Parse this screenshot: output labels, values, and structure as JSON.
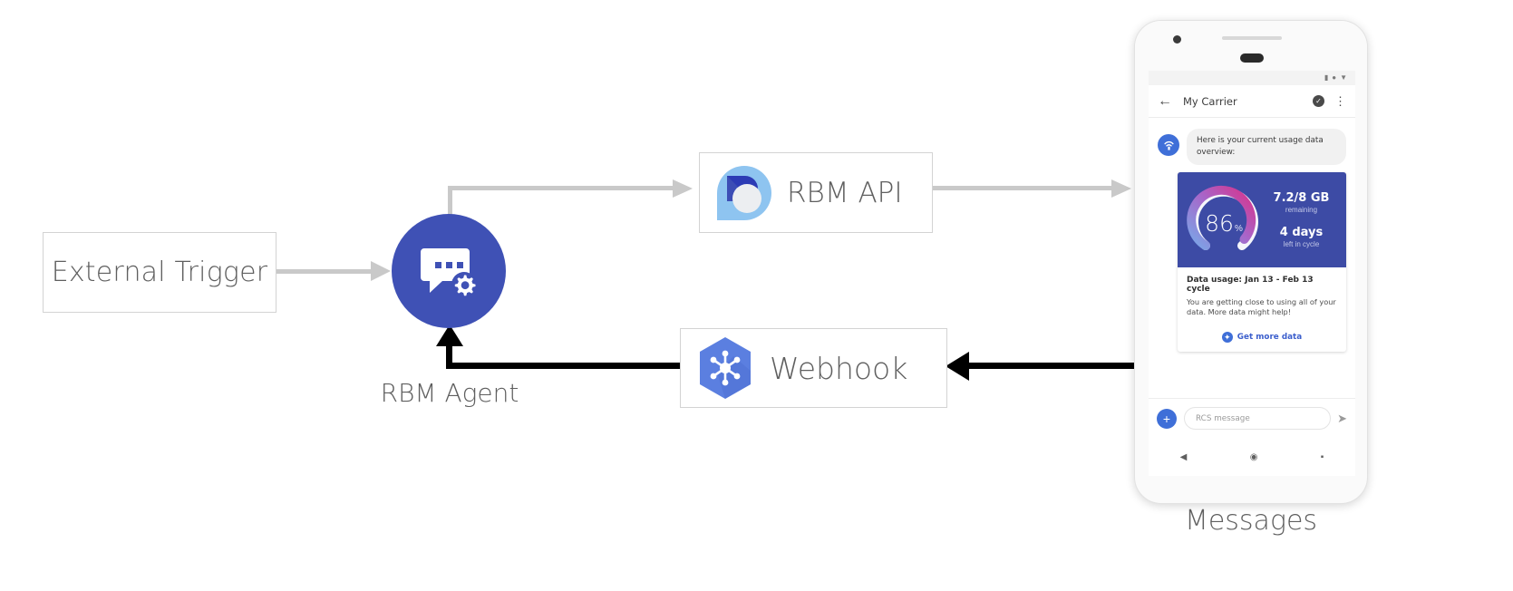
{
  "diagram": {
    "nodes": {
      "external_trigger": {
        "label": "External Trigger",
        "icon": "box-node"
      },
      "rbm_agent": {
        "label": "RBM Agent",
        "icon": "chat-gear-icon",
        "color": "#3f51b5"
      },
      "rbm_api": {
        "label": "RBM API",
        "icon": "rbm-api-logo-icon"
      },
      "webhook": {
        "label": "Webhook",
        "icon": "webhook-hexagon-icon"
      },
      "messages": {
        "label": "Messages",
        "icon": "phone-device"
      }
    },
    "edges": [
      {
        "from": "external_trigger",
        "to": "rbm_agent",
        "style": "light"
      },
      {
        "from": "rbm_agent",
        "to": "rbm_api",
        "style": "light"
      },
      {
        "from": "rbm_api",
        "to": "messages",
        "style": "light"
      },
      {
        "from": "messages",
        "to": "webhook",
        "style": "dark"
      },
      {
        "from": "webhook",
        "to": "rbm_agent",
        "style": "dark"
      }
    ]
  },
  "phone": {
    "status_bar": {
      "icons": [
        "signal-icon",
        "wifi-icon",
        "battery-icon"
      ]
    },
    "app_bar": {
      "back_icon": "back-arrow-icon",
      "title": "My Carrier",
      "verified_icon": "verified-shield-icon",
      "overflow_icon": "overflow-menu-icon"
    },
    "conversation": {
      "avatar_icon": "carrier-antenna-icon",
      "message_text": "Here is your current usage data overview:"
    },
    "rich_card": {
      "gauge": {
        "value": "86",
        "unit": "%",
        "percent": 86
      },
      "stat_1_value": "7.2/8 GB",
      "stat_1_label": "remaining",
      "stat_2_value": "4 days",
      "stat_2_label": "left in cycle",
      "title": "Data usage: Jan 13 - Feb 13 cycle",
      "description": "You are getting close to using all of your data. More data might help!",
      "action_icon": "globe-icon",
      "action_label": "Get more data"
    },
    "composer": {
      "plus_icon": "plus-icon",
      "placeholder": "RCS message",
      "send_icon": "send-icon"
    },
    "nav_bar": {
      "back_icon": "nav-back-icon",
      "home_icon": "nav-home-icon",
      "recents_icon": "nav-recents-icon"
    }
  },
  "colors": {
    "brand_indigo": "#3f51b5",
    "card_hero": "#3d4ba5",
    "link_blue": "#3b5ecc",
    "gauge_pink": "#d6338c",
    "gauge_blue": "#7aa7e8",
    "connector_light": "#c9c9c9",
    "connector_dark": "#000000"
  }
}
